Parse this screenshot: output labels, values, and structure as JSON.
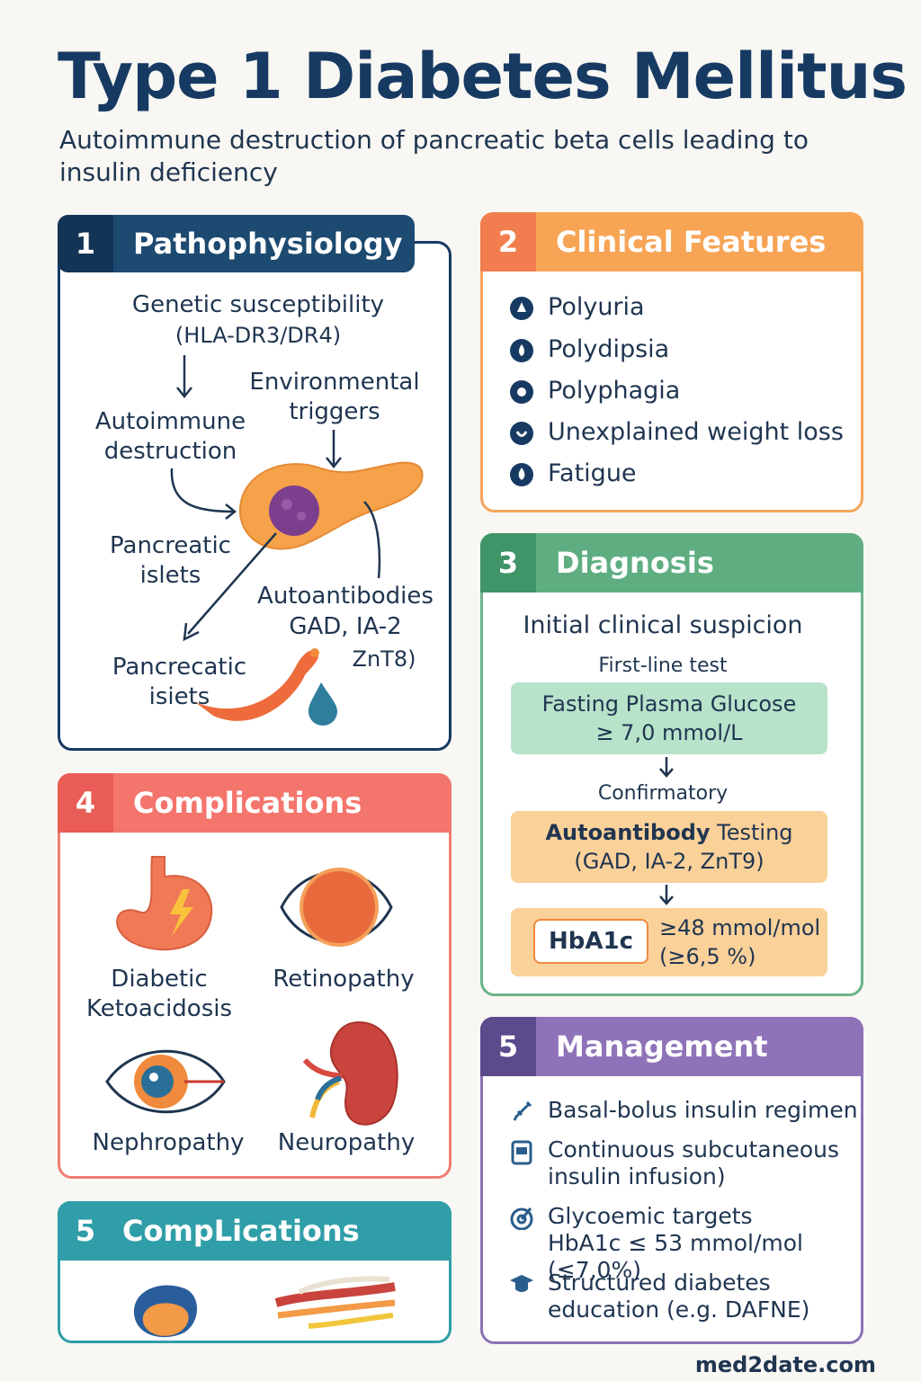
{
  "title": "Type 1 Diabetes Mellitus",
  "subtitle": "Autoimmune destruction of pancreatic beta cells leading to insulin deficiency",
  "colors": {
    "navy": "#173a63",
    "orange": "#f39a4f",
    "green": "#5fae82",
    "red": "#ef6f66",
    "teal": "#2f9ea8",
    "purple": "#8c72b5"
  },
  "pathophysiology": {
    "number": "1",
    "title": "Pathophysiology",
    "genetic": "Genetic susceptibility",
    "genetic_detail": "(HLA-DR3/DR4)",
    "environmental": "Environmental",
    "triggers": "triggers",
    "autoimmune": "Autoimmune",
    "destruction": "destruction",
    "islets_1": "Pancreatic",
    "islets_2": "islets",
    "autoantibodies": "Autoantibodies",
    "ab_list": "GAD, IA-2",
    "ab_extra": "ZnT8)",
    "pancrecatic": "Pancrecatic",
    "isiets": "isiets"
  },
  "clinical": {
    "number": "2",
    "title": "Clinical Features",
    "items": [
      "Polyuria",
      "Polydipsia",
      "Polyphagia",
      "Unexplained weight loss",
      "Fatigue"
    ]
  },
  "diagnosis": {
    "number": "3",
    "title": "Diagnosis",
    "suspicion": "Initial clinical suspicion",
    "first_line": "First-line test",
    "fpg_1": "Fasting Plasma Glucose",
    "fpg_2": "≥ 7,0 mmol/L",
    "confirmatory": "Confirmatory",
    "ab_test_bold": "Autoantibody",
    "ab_test_rest": " Testing",
    "ab_test_2": "(GAD, IA-2, ZnT9)",
    "hba1c": "HbA1c",
    "hba1c_val_1": "≥48 mmol/mol",
    "hba1c_val_2": "(≥6,5 %)"
  },
  "complications": {
    "number": "4",
    "title": "Complications",
    "dka_1": "Diabetic",
    "dka_2": "Ketoacidosis",
    "retinopathy": "Retinopathy",
    "nephropathy": "Nephropathy",
    "neuropathy": "Neuropathy"
  },
  "management": {
    "number": "5",
    "title": "Management",
    "items": [
      [
        "Basal-bolus insulin regimen"
      ],
      [
        "Continuous subcutaneous",
        "insulin infusion)"
      ],
      [
        "Glycoemic targets",
        "HbA1c ≤ 53 mmol/mol (≤7,0%)"
      ],
      [
        "Structured diabetes",
        "education (e.g. DAFNE)"
      ]
    ]
  },
  "complications2": {
    "number": "5",
    "title": "CompLications"
  },
  "footer": "med2date.com"
}
